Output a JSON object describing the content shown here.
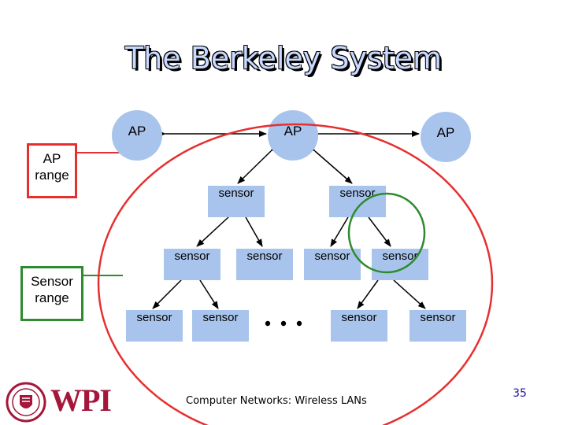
{
  "title": "The Berkeley System",
  "ap_label": "AP",
  "sensor_label": "sensor",
  "ap_range_label": "AP range",
  "sensor_range_label": "Sensor range",
  "ellipsis": "...",
  "footer": "Computer Networks: Wireless LANs",
  "page_number": "35",
  "logo_text": "WPI",
  "colors": {
    "node_fill": "#a9c4ec",
    "ap_range": "#e53030",
    "sensor_range": "#2e8b2e",
    "title": "#c8d8ff"
  }
}
